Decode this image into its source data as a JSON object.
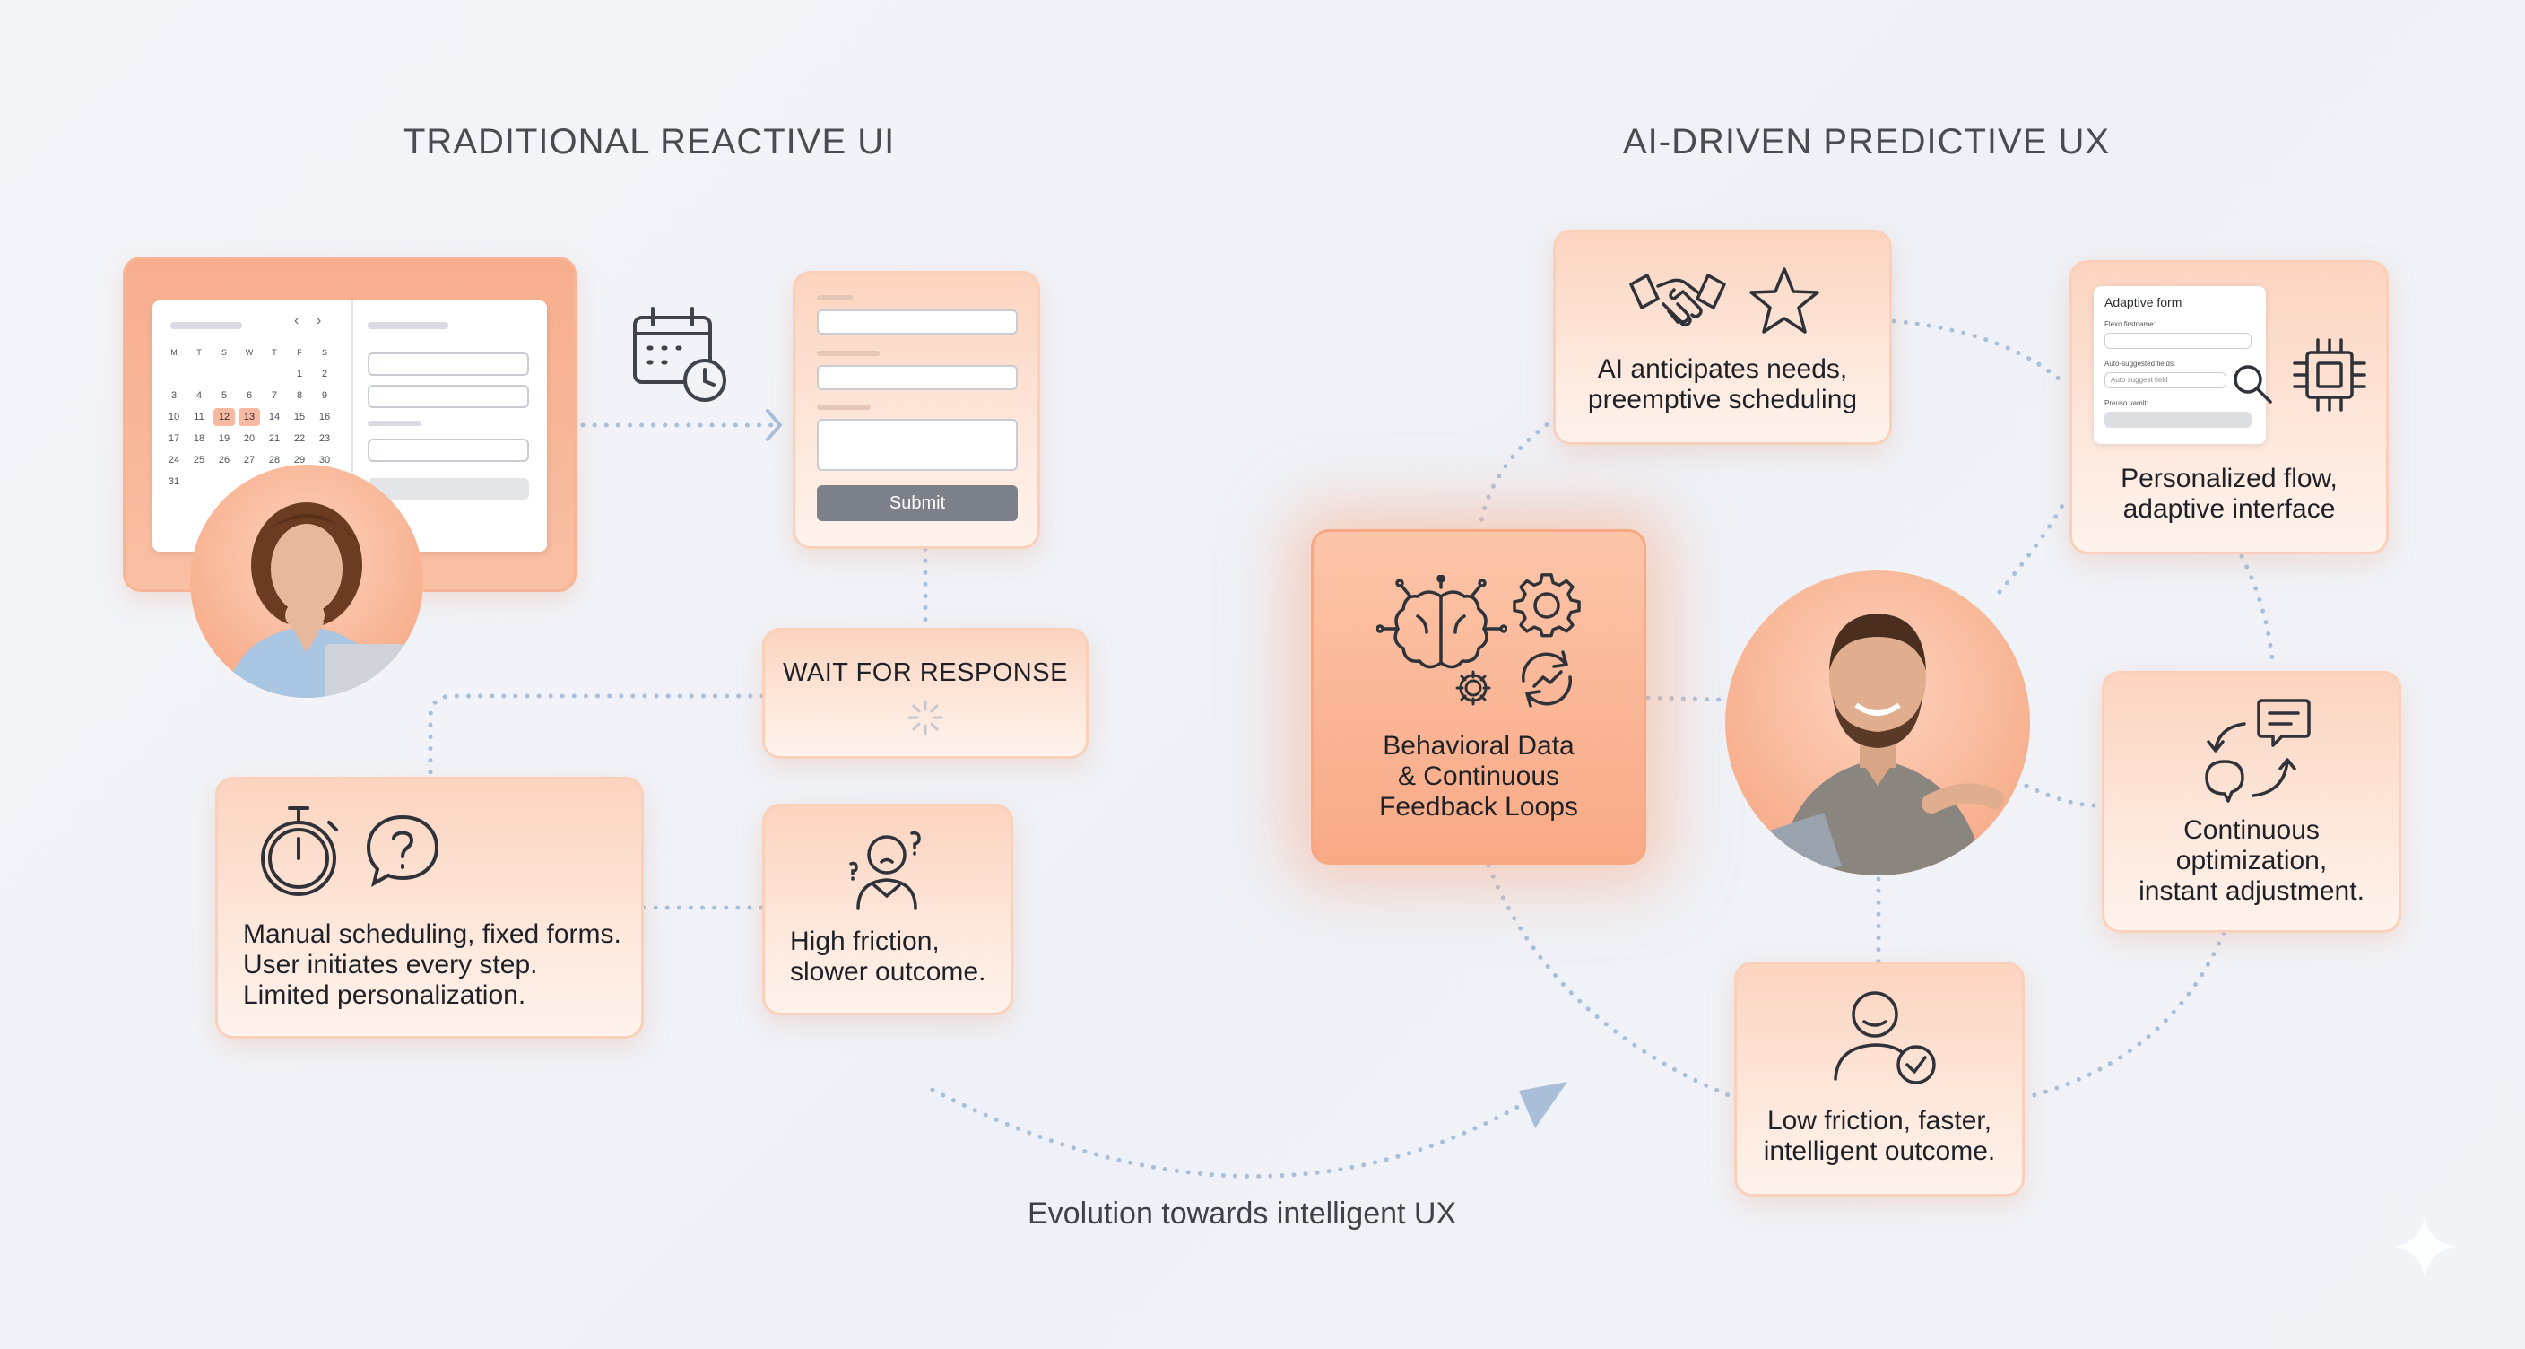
{
  "titles": {
    "left": "TRADITIONAL REACTIVE UI",
    "right": "AI-DRIVEN PREDICTIVE UX"
  },
  "left": {
    "calendar": {
      "weekdays": [
        "M",
        "T",
        "S",
        "W",
        "T",
        "F",
        "S"
      ],
      "days": [
        "1",
        "2",
        "3",
        "4",
        "5",
        "6",
        "7",
        "8",
        "9",
        "10",
        "11",
        "12",
        "13",
        "14",
        "15",
        "16",
        "17",
        "18",
        "19",
        "20",
        "21",
        "22",
        "23",
        "24",
        "25",
        "26",
        "27",
        "28",
        "29",
        "30",
        "31"
      ],
      "selected_days": [
        "12",
        "13"
      ]
    },
    "form": {
      "submit_label": "Submit"
    },
    "wait": {
      "label": "WAIT FOR RESPONSE"
    },
    "manual": {
      "text": "Manual scheduling, fixed forms.\nUser initiates every step.\nLimited personalization."
    },
    "friction": {
      "text": "High friction,\nslower outcome."
    }
  },
  "right": {
    "anticipate": {
      "text": "AI anticipates needs,\npreemptive scheduling"
    },
    "personalized": {
      "text": "Personalized flow,\nadaptive interface",
      "form_title": "Adaptive form",
      "field1_label": "Flexo firstname:",
      "field2_label": "Auto-suggested fields:",
      "field2_value": "Auto suggest field",
      "field3_label": "Preuso vamit:"
    },
    "behavioral": {
      "text": "Behavioral Data\n& Continuous\nFeedback Loops"
    },
    "continuous": {
      "text": "Continuous\noptimization,\ninstant adjustment."
    },
    "low_friction": {
      "text": "Low friction, faster,\nintelligent outcome."
    }
  },
  "footer": {
    "evolution": "Evolution towards intelligent UX"
  },
  "colors": {
    "accent": "#f7a883",
    "connector": "#a9bfd9",
    "card_border": "#fad0ba"
  },
  "icons": [
    "calendar-clock-icon",
    "loading-spinner-icon",
    "stopwatch-icon",
    "question-bubble-icon",
    "confused-user-icon",
    "handshake-icon",
    "star-icon",
    "magnifier-icon",
    "chip-icon",
    "brain-network-icon",
    "gear-icon",
    "cycle-arrows-icon",
    "feedback-loop-icon",
    "user-check-icon",
    "sparkle-icon"
  ]
}
